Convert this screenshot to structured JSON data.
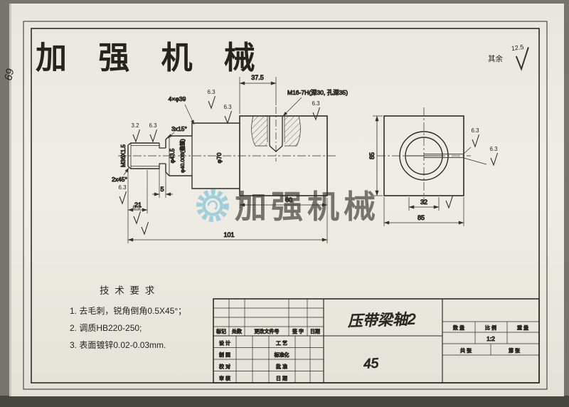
{
  "scan": {
    "corner_note": "69"
  },
  "brand": {
    "top_text": "加 强 机 械",
    "watermark_text": "加强机械"
  },
  "general_note": {
    "label": "其余",
    "value": "12.5"
  },
  "roughness": {
    "r32": "3.2",
    "r63": "6.3"
  },
  "front_view": {
    "dim_37_5": "37.5",
    "tapped_hole_note": "M16-7H(深30, 孔深35)",
    "holes_note": "4×φ39",
    "chamfer_note": "3x15°",
    "thread_label": "M36X1.5",
    "dia_43_5": "φ43.5",
    "dia_40": "φ40.008(偏差)",
    "dia_70": "φ70",
    "end_chamfer": "2x45°",
    "dim_21": "21",
    "dim_5": "5",
    "dim_60": "60",
    "dim_101": "101"
  },
  "side_view": {
    "dim_85_left": "85",
    "dim_32": "32",
    "dim_85_bottom": "85"
  },
  "tech_req": {
    "title": "技 术 要 求",
    "items": [
      "1. 去毛刺，锐角倒角0.5X45°；",
      "2. 调质HB220-250;",
      "3. 表面镀锌0.02-0.03mm."
    ]
  },
  "title_block": {
    "part_name": "压带梁轴2",
    "material": "45",
    "qty_label": "数 量",
    "scale_label": "比 例",
    "weight_label": "重 量",
    "scale_value": "1:2",
    "sheet_total": "共  张",
    "sheet_no": "第  张",
    "rev_headers": [
      "标记",
      "处数",
      "更改文件号",
      "签 字",
      "日期"
    ],
    "roles_left": [
      "设 计",
      "制 图",
      "校 对",
      "审 核"
    ],
    "roles_right": [
      "工 艺",
      "标准化",
      "批 准",
      "日 期"
    ]
  }
}
